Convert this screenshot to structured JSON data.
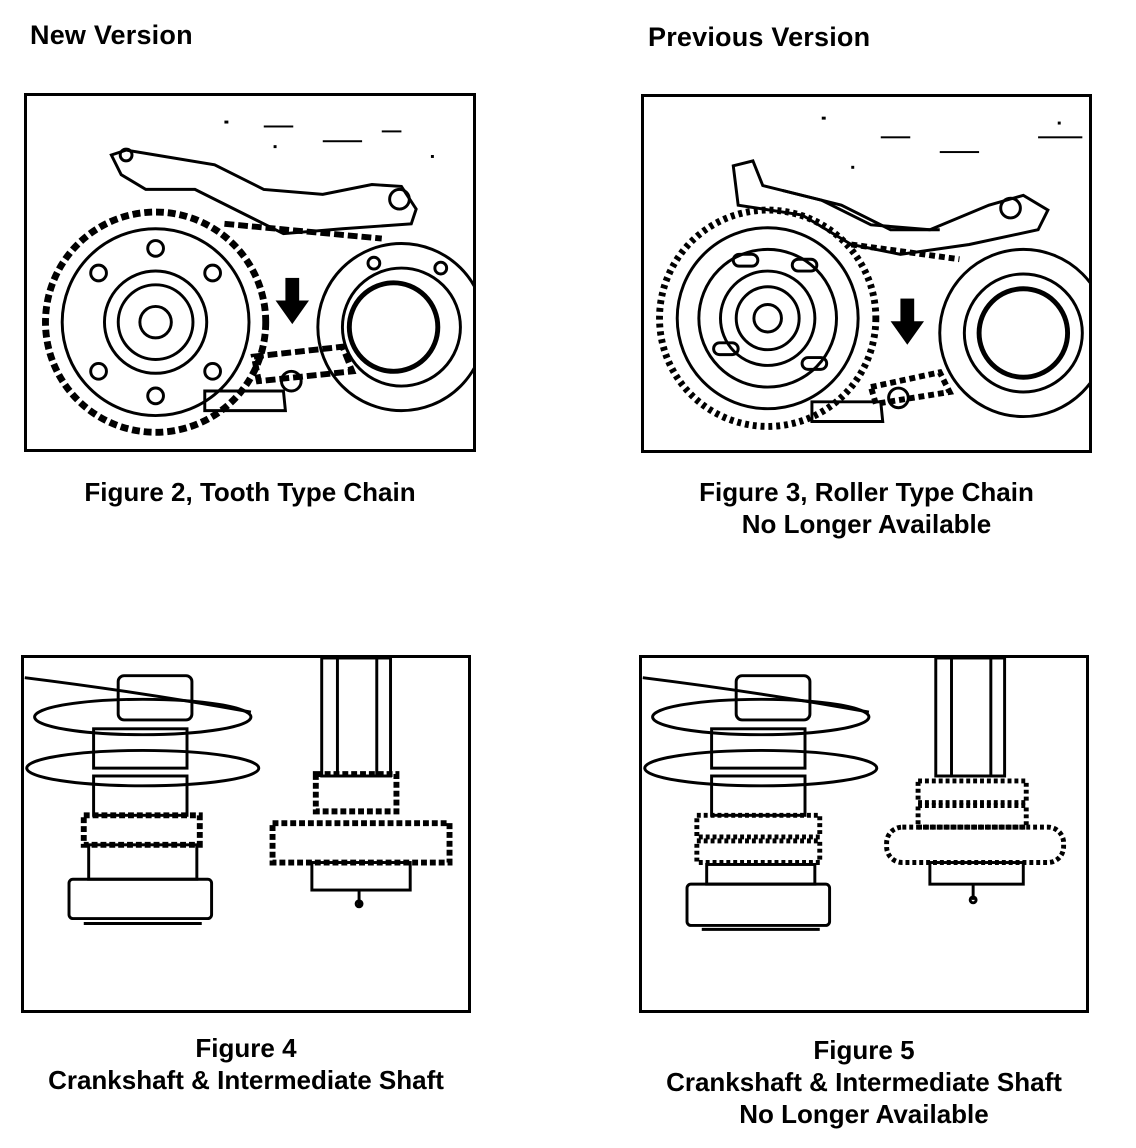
{
  "headings": {
    "new": "New Version",
    "previous": "Previous Version"
  },
  "figures": [
    {
      "id": "figure-2",
      "lines": [
        "Figure 2, Tooth Type Chain"
      ]
    },
    {
      "id": "figure-3",
      "lines": [
        "Figure 3, Roller Type Chain",
        "No Longer Available"
      ]
    },
    {
      "id": "figure-4",
      "lines": [
        "Figure 4",
        "Crankshaft & Intermediate Shaft"
      ]
    },
    {
      "id": "figure-5",
      "lines": [
        "Figure 5",
        "Crankshaft & Intermediate Shaft",
        "No Longer Available"
      ]
    }
  ]
}
